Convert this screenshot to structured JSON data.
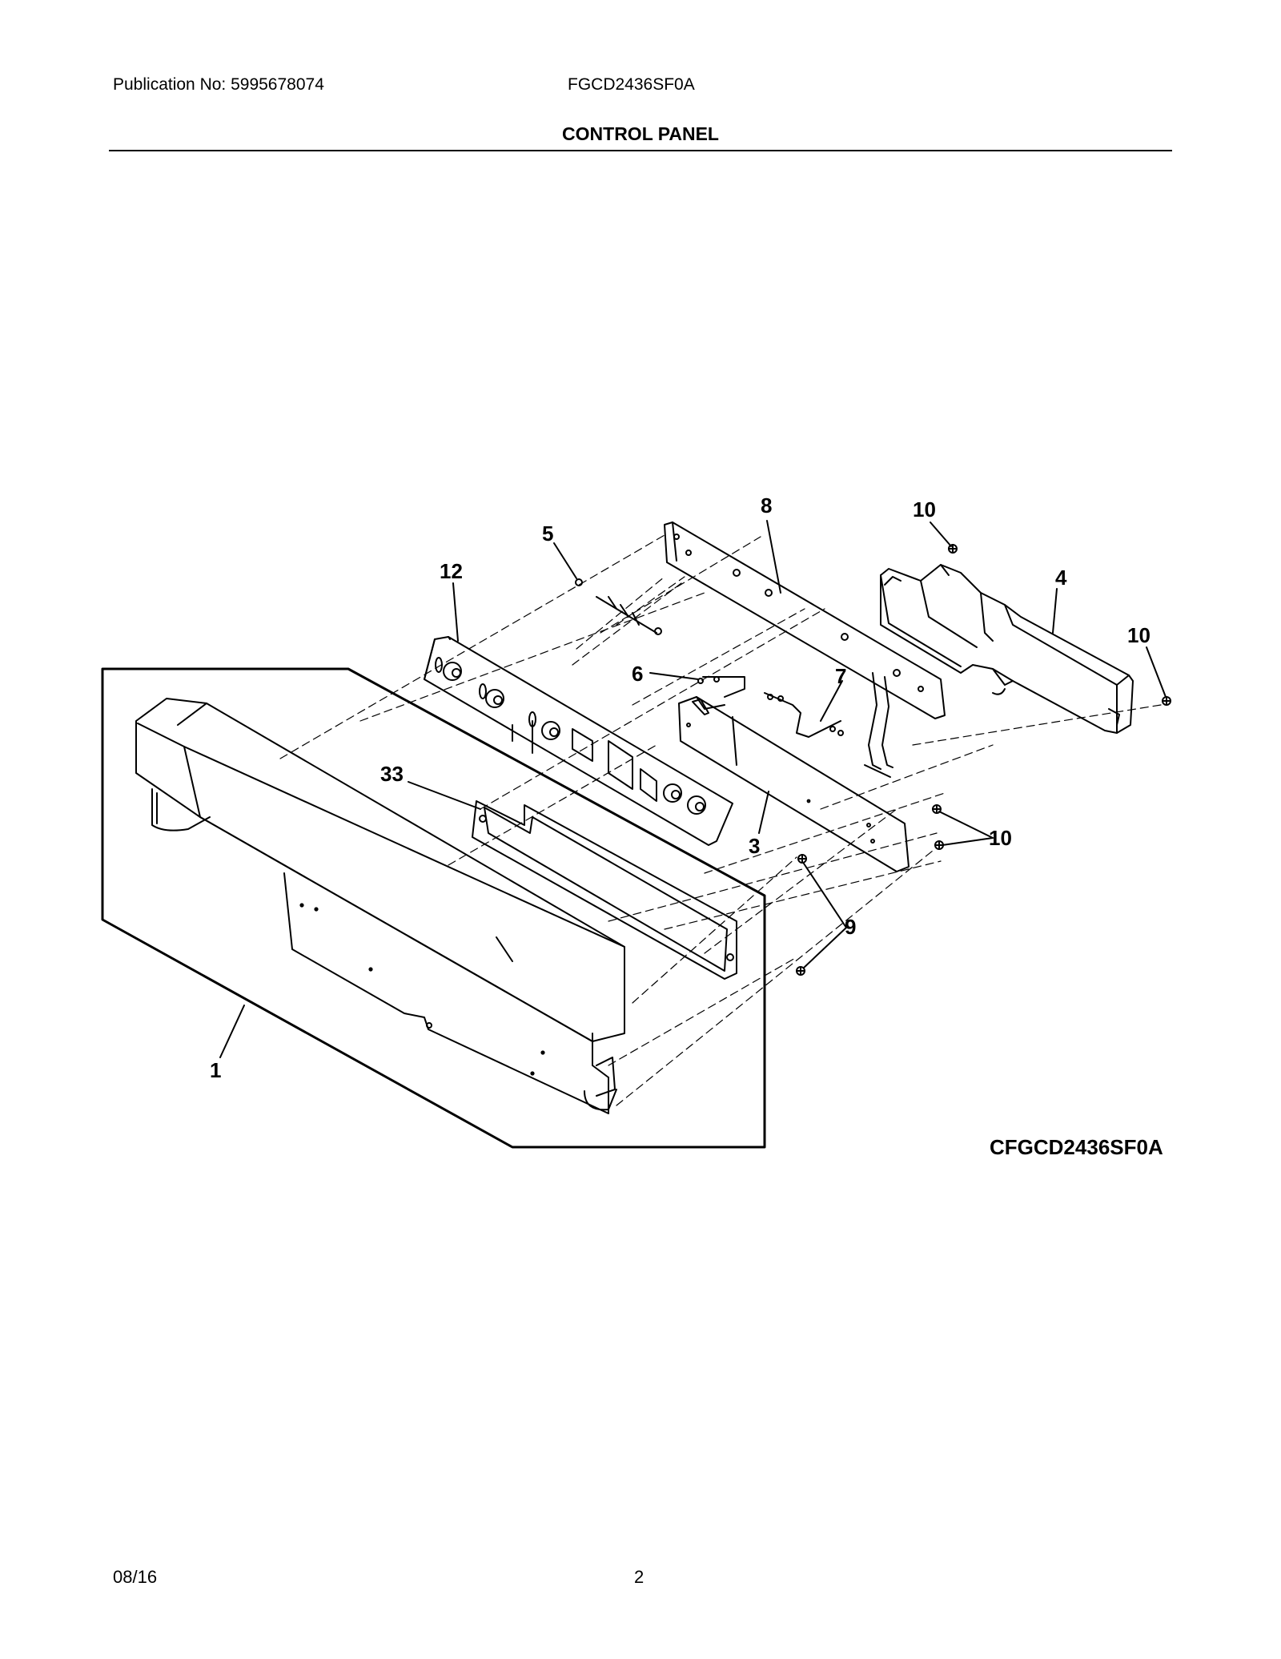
{
  "header": {
    "publication": "Publication No:  5995678074",
    "model": "FGCD2436SF0A",
    "title": "CONTROL PANEL"
  },
  "diagram": {
    "code": "CFGCD2436SF0A",
    "callouts": [
      "8",
      "10",
      "5",
      "4",
      "12",
      "10",
      "6",
      "7",
      "33",
      "10",
      "3",
      "9",
      "1"
    ]
  },
  "footer": {
    "date": "08/16",
    "page": "2"
  }
}
